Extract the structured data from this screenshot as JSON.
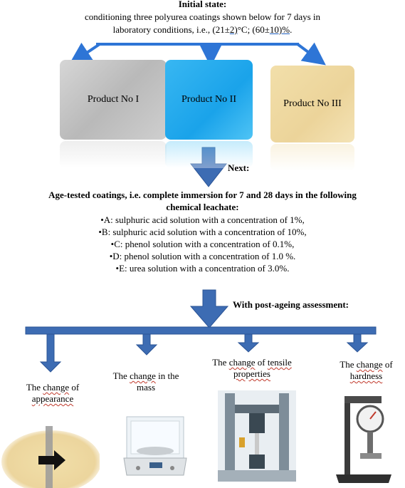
{
  "initial": {
    "title": "Initial state:",
    "line1": "conditioning three polyurea coatings shown below for 7 days in",
    "line2_a": "laboratory conditions, i.e., (21±",
    "line2_b": "2)",
    "line2_c": "°C; (60±",
    "line2_d": "10)%",
    "line2_e": "."
  },
  "products": [
    {
      "label": "Product No I"
    },
    {
      "label": "Product No II"
    },
    {
      "label": "Product No III"
    }
  ],
  "next_label": "Next:",
  "age_tested": {
    "title_line1": "Age-tested coatings, i.e. complete immersion for 7 and 28 days in the following",
    "title_line2": "chemical leachate:",
    "items": [
      "•A: sulphuric acid solution with a concentration of 1%,",
      "•B: sulphuric acid solution with a concentration of 10%,",
      "•C: phenol solution with a concentration of 0.1%,",
      "•D: phenol solution with a concentration of 1.0 %.",
      "•E: urea solution with a concentration of 3.0%."
    ]
  },
  "post_ageing_label": "With post-ageing assessment:",
  "assessments": [
    {
      "line1_a": "The ",
      "line1_b": "change",
      "line1_c": " of",
      "line2": "appearance"
    },
    {
      "line1_a": "The ",
      "line1_b": "change",
      "line1_c": " in the",
      "line2": "mass"
    },
    {
      "line1_a": "The ",
      "line1_b": "change",
      "line1_c": " of ",
      "line1_d": "tensile",
      "line2": "properties"
    },
    {
      "line1_a": "The ",
      "line1_b": "change",
      "line1_c": " of",
      "line2": "hardness"
    }
  ],
  "colors": {
    "arrow_blue": "#3d6cb3",
    "arrow_dark": "#2b5496",
    "product_1": "#c4c4c4",
    "product_2": "#1aa3ea",
    "product_3": "#ecd49a"
  }
}
